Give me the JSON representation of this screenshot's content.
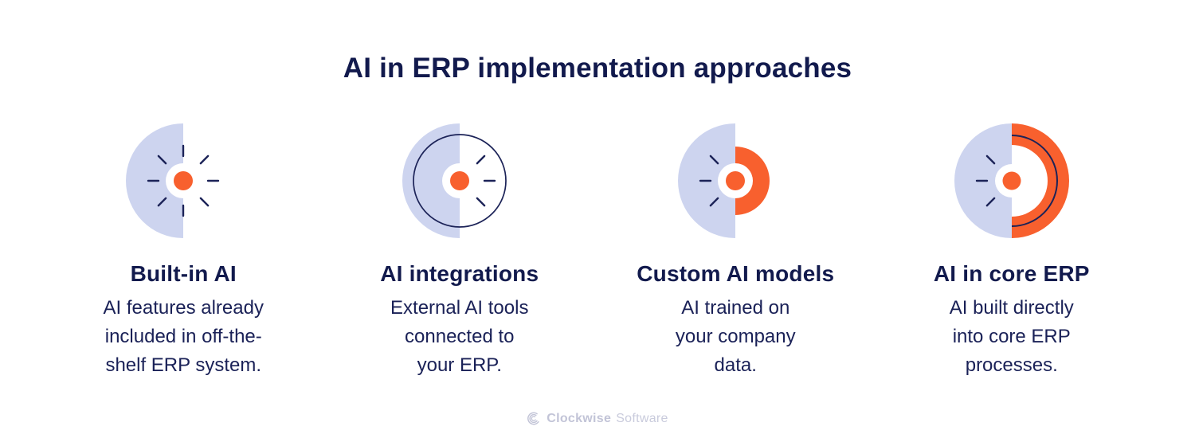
{
  "title": "AI in ERP implementation approaches",
  "colors": {
    "navy": "#121A4D",
    "body-navy": "#1A2157",
    "lavender": "#CDD4EF",
    "orange": "#F8602E",
    "tick": "#1C2358",
    "footer-gray": "#C2C4D7",
    "bg": "#FFFFFF"
  },
  "columns": [
    {
      "id": "built-in-ai",
      "icon": "builtin-ai-icon",
      "heading": "Built-in AI",
      "body_lines": [
        "AI features already",
        "included in off-the-",
        "shelf ERP system."
      ]
    },
    {
      "id": "ai-integrations",
      "icon": "ai-integrations-icon",
      "heading": "AI integrations",
      "body_lines": [
        "External AI tools",
        "connected to",
        "your ERP."
      ]
    },
    {
      "id": "custom-ai-models",
      "icon": "custom-ai-models-icon",
      "heading": "Custom AI models",
      "body_lines": [
        "AI trained on",
        "your company",
        "data."
      ]
    },
    {
      "id": "ai-in-core-erp",
      "icon": "ai-core-erp-icon",
      "heading": "AI in core ERP",
      "body_lines": [
        "AI built directly",
        "into core ERP",
        "processes."
      ]
    }
  ],
  "footer": {
    "logo_icon": "clockwise-logo-icon",
    "brand_bold": "Clockwise",
    "brand_regular": "Software"
  }
}
